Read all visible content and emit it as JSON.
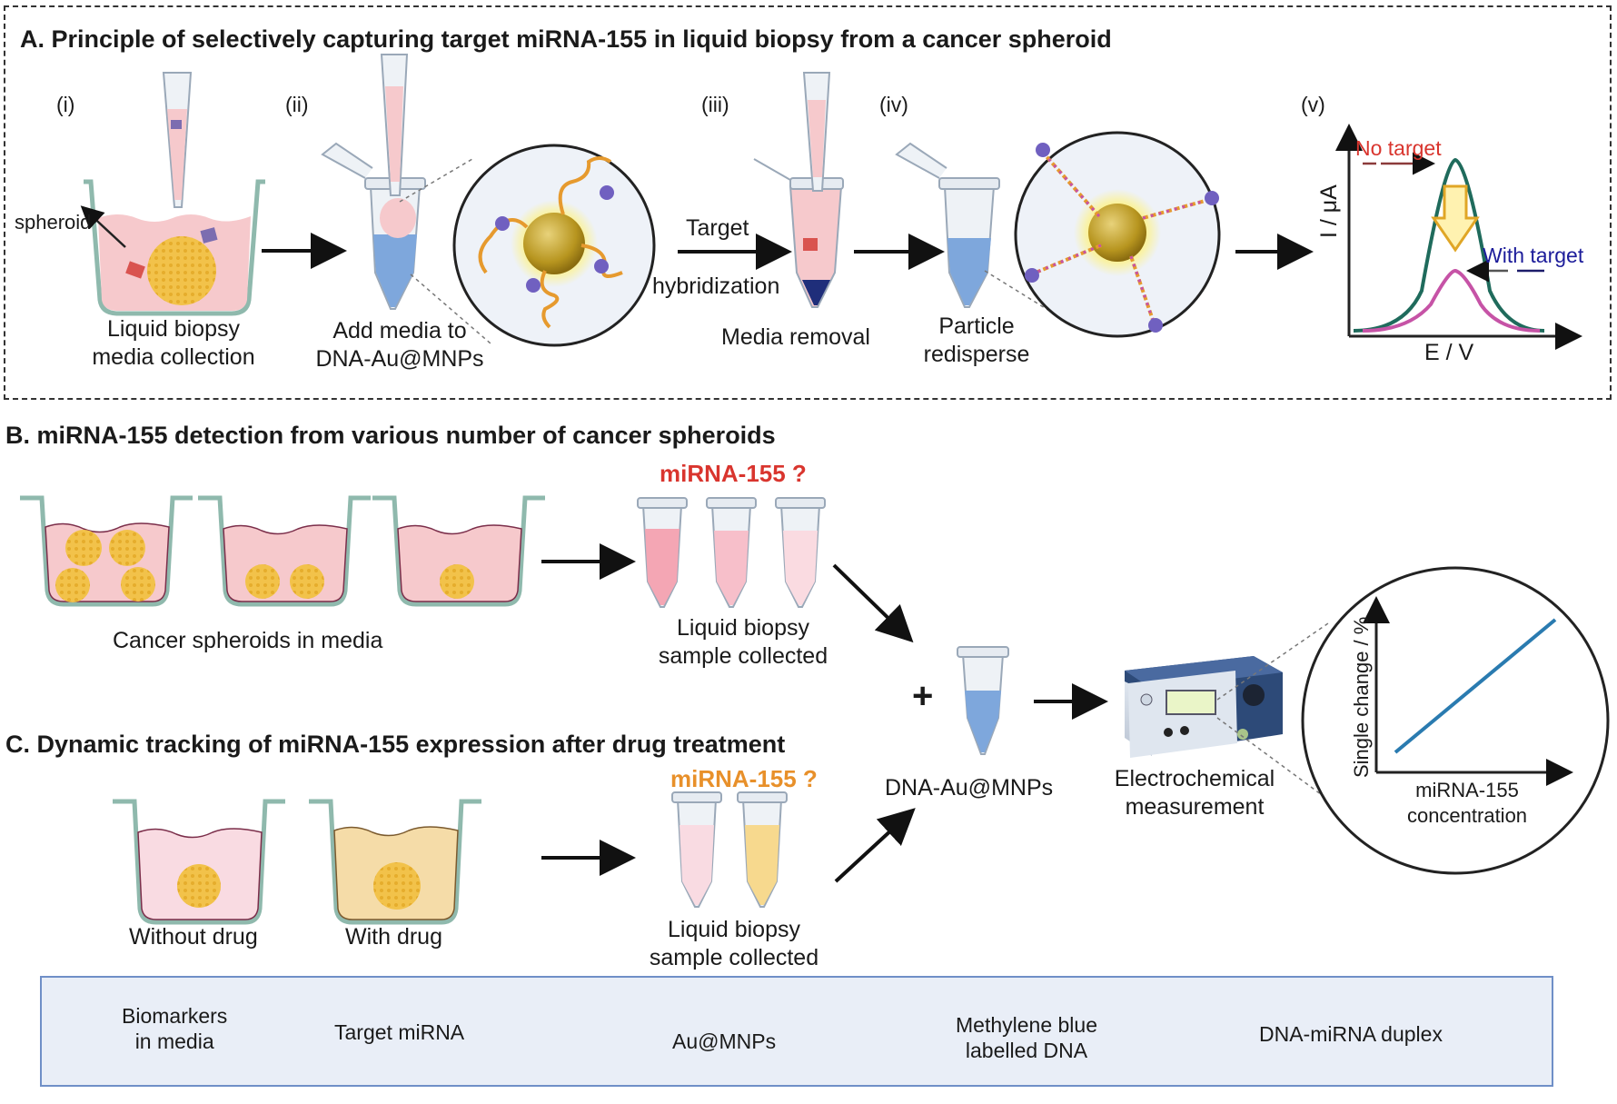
{
  "panel_a": {
    "title": "A. Principle of selectively capturing target miRNA-155 in liquid biopsy from a cancer spheroid",
    "steps": [
      "(i)",
      "(ii)",
      "(iii)",
      "(iv)",
      "(v)"
    ],
    "spheroid_label": "spheroid",
    "step1_caption": [
      "Liquid biopsy",
      "media collection"
    ],
    "step2_caption": [
      "Add media to",
      "DNA-Au@MNPs"
    ],
    "arrow_label_top": "Target",
    "arrow_label_bottom": "hybridization",
    "step3_caption": "Media removal",
    "step4_caption": [
      "Particle",
      "redisperse"
    ],
    "voltammogram": {
      "ylabel": "I / μA",
      "xlabel": "E / V",
      "no_target": "No target",
      "with_target": "With target",
      "colors": {
        "no_target": "#1f6b5c",
        "with_target": "#c653a6"
      }
    }
  },
  "panel_b": {
    "title": "B.  miRNA-155 detection from various number of cancer spheroids",
    "question": "miRNA-155 ?",
    "wells_caption": "Cancer spheroids in media",
    "tubes_caption": [
      "Liquid biopsy",
      "sample collected"
    ]
  },
  "panel_c": {
    "title": "C.  Dynamic tracking of miRNA-155 expression after drug treatment",
    "question": "miRNA-155 ?",
    "without_drug": "Without drug",
    "with_drug": "With drug",
    "tubes_caption": [
      "Liquid biopsy",
      "sample collected"
    ]
  },
  "measurement": {
    "plus": "+",
    "tube_caption": "DNA-Au@MNPs",
    "device_caption": [
      "Electrochemical",
      "measurement"
    ],
    "plot_ylabel": "Single change / %",
    "plot_xlabel": [
      "miRNA-155",
      "concentration"
    ]
  },
  "legend": {
    "biomarkers": [
      "Biomarkers",
      "in media"
    ],
    "target_mirna": "Target miRNA",
    "au_mnps": "Au@MNPs",
    "mb_dna": [
      "Methylene blue",
      "labelled DNA"
    ],
    "duplex": "DNA-miRNA duplex"
  }
}
